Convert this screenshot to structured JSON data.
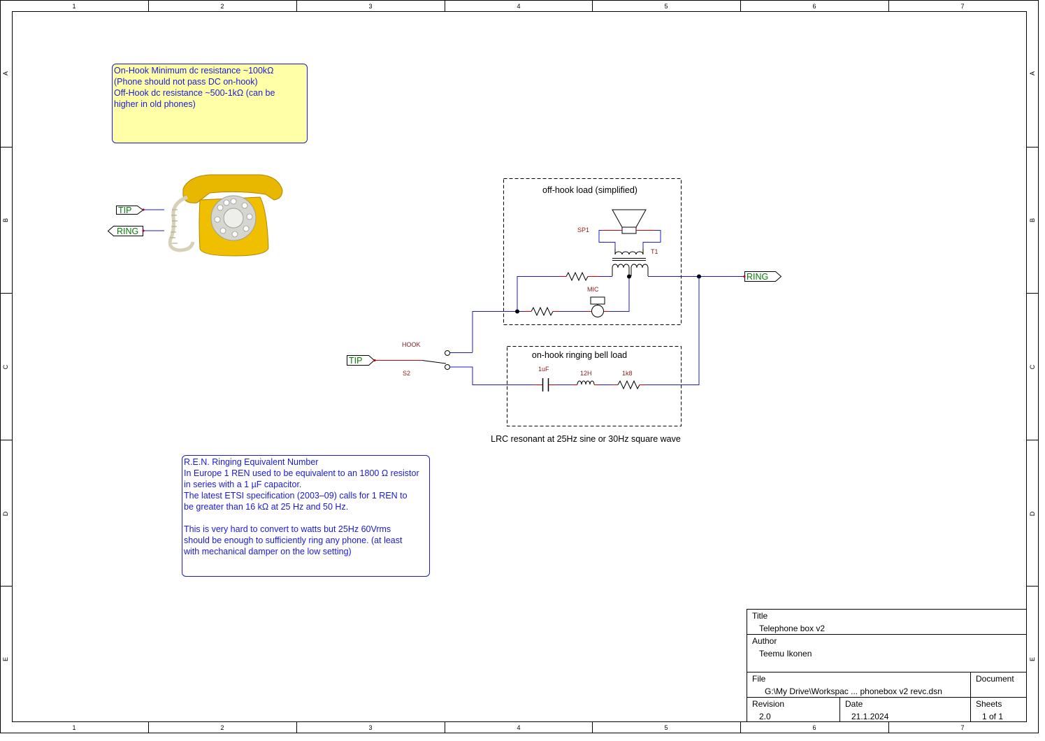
{
  "frame": {
    "col_labels": [
      "1",
      "2",
      "3",
      "4",
      "5",
      "6",
      "7"
    ],
    "row_labels": [
      "A",
      "B",
      "C",
      "D",
      "E"
    ]
  },
  "notes": {
    "hook_resistance": "On-Hook Minimum dc resistance ~100kΩ\n(Phone should not pass DC on-hook)\nOff-Hook dc resistance ~500-1kΩ (can be\nhigher in old phones)",
    "ren": "R.E.N. Ringing Equivalent Number\nIn Europe 1 REN used to be equivalent to an 1800 Ω resistor\nin series with a 1 µF capacitor.\nThe latest ETSI specification (2003–09) calls for 1 REN to\nbe greater than 16 kΩ at 25 Hz and 50 Hz.\n\nThis is very hard to convert to watts but 25Hz 60Vrms\nshould be enough to sufficiently ring any phone. (at least\nwith mechanical damper on the low setting)"
  },
  "ports": {
    "tip": "TIP",
    "ring": "RING"
  },
  "schematic": {
    "offhook_box_label": "off-hook load (simplified)",
    "onhook_box_label": "on-hook ringing bell load",
    "lrc_caption": "LRC resonant at 25Hz sine or 30Hz square wave",
    "sp1": "SP1",
    "t1": "T1",
    "mic": "MIC",
    "hook": "HOOK",
    "s2": "S2",
    "cap_value": "1uF",
    "inductor_value": "12H",
    "resistor_value": "1k8"
  },
  "title_block": {
    "title_label": "Title",
    "title_value": "Telephone box v2",
    "author_label": "Author",
    "author_value": "Teemu Ikonen",
    "file_label": "File",
    "file_value": "G:\\My Drive\\Workspac ... phonebox v2 revc.dsn",
    "document_label": "Document",
    "revision_label": "Revision",
    "revision_value": "2.0",
    "date_label": "Date",
    "date_value": "21.1.2024",
    "sheets_label": "Sheets",
    "sheets_value": "1 of 1"
  },
  "colors": {
    "wire": "#1a1ad6",
    "part": "#8b1a1a",
    "port_text": "#0a7a0a",
    "note_bg": "#ffffa8",
    "phone_body": "#e8b800"
  },
  "icons": {
    "telephone": "telephone-picture"
  }
}
